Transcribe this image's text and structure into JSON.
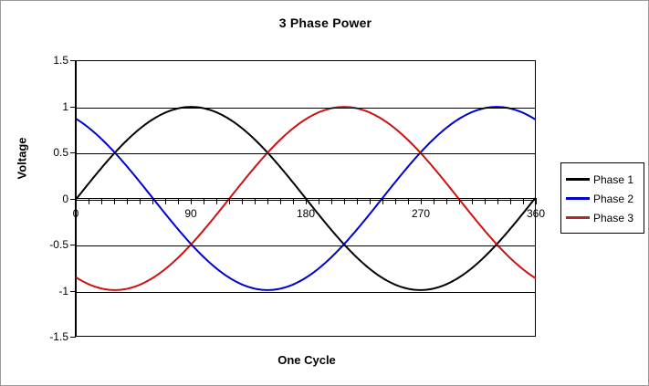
{
  "chart_data": {
    "type": "line",
    "title": "3 Phase Power",
    "xlabel": "One Cycle",
    "ylabel": "Voltage",
    "xlim": [
      0,
      360
    ],
    "ylim": [
      -1.5,
      1.5
    ],
    "grid": true,
    "legend_position": "right",
    "x_ticks": [
      0,
      90,
      180,
      270,
      360
    ],
    "x_tick_labels": [
      "0",
      "90",
      "180",
      "270",
      "360"
    ],
    "x_minor_tick_step": 10,
    "y_ticks": [
      1.5,
      1,
      0.5,
      0,
      -0.5,
      -1,
      -1.5
    ],
    "y_tick_labels": [
      "1.5",
      "1",
      "0.5",
      "0",
      "-0.5",
      "-1",
      "-1.5"
    ],
    "x": [
      0,
      10,
      20,
      30,
      40,
      50,
      60,
      70,
      80,
      90,
      100,
      110,
      120,
      130,
      140,
      150,
      160,
      170,
      180,
      190,
      200,
      210,
      220,
      230,
      240,
      250,
      260,
      270,
      280,
      290,
      300,
      310,
      320,
      330,
      340,
      350,
      360
    ],
    "series": [
      {
        "name": "Phase 1",
        "color": "#000000",
        "phase_deg": 0,
        "values": [
          0,
          0.17,
          0.34,
          0.5,
          0.64,
          0.77,
          0.87,
          0.94,
          0.98,
          1,
          0.98,
          0.94,
          0.87,
          0.77,
          0.64,
          0.5,
          0.34,
          0.17,
          0,
          -0.17,
          -0.34,
          -0.5,
          -0.64,
          -0.77,
          -0.87,
          -0.94,
          -0.98,
          -1,
          -0.98,
          -0.94,
          -0.87,
          -0.77,
          -0.64,
          -0.5,
          -0.34,
          -0.17,
          0
        ]
      },
      {
        "name": "Phase 2",
        "color": "#0000CC",
        "phase_deg": 120,
        "values": [
          0.87,
          0.77,
          0.64,
          0.5,
          0.34,
          0.17,
          0,
          -0.17,
          -0.34,
          -0.5,
          -0.64,
          -0.77,
          -0.87,
          -0.94,
          -0.98,
          -1,
          -0.98,
          -0.94,
          -0.87,
          -0.77,
          -0.64,
          -0.5,
          -0.34,
          -0.17,
          0,
          0.17,
          0.34,
          0.5,
          0.64,
          0.77,
          0.87,
          0.94,
          0.98,
          1,
          0.98,
          0.94,
          0.87
        ]
      },
      {
        "name": "Phase 3",
        "color": "#CC1111",
        "phase_deg": 240,
        "values": [
          -0.87,
          -0.94,
          -0.98,
          -1,
          -0.98,
          -0.94,
          -0.87,
          -0.77,
          -0.64,
          -0.5,
          -0.34,
          -0.17,
          0,
          0.17,
          0.34,
          0.5,
          0.64,
          0.77,
          0.87,
          0.94,
          0.98,
          1,
          0.98,
          0.94,
          0.87,
          0.77,
          0.64,
          0.5,
          0.34,
          0.17,
          0,
          -0.17,
          -0.34,
          -0.5,
          -0.64,
          -0.77,
          -0.87
        ]
      }
    ]
  },
  "legend": {
    "entries": [
      {
        "label": "Phase 1",
        "color": "#000000"
      },
      {
        "label": "Phase 2",
        "color": "#0000CC"
      },
      {
        "label": "Phase 3",
        "color": "#AA2B2B"
      }
    ]
  }
}
